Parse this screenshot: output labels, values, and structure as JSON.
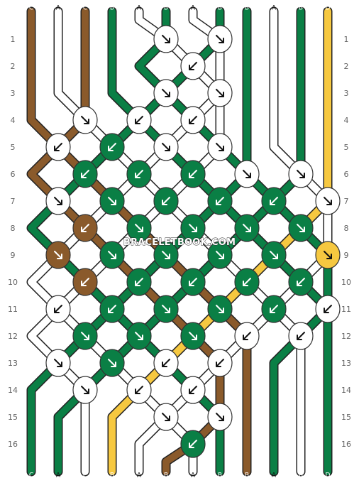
{
  "strands": [
    "C",
    "A",
    "C",
    "B",
    "A",
    "B",
    "A",
    "B",
    "B",
    "A",
    "B",
    "D"
  ],
  "colors": {
    "A": "#ffffff",
    "B": "#0a7f45",
    "C": "#8a5a2b",
    "D": "#f6c840"
  },
  "rows": [
    "1",
    "2",
    "3",
    "4",
    "5",
    "6",
    "7",
    "8",
    "9",
    "10",
    "11",
    "12",
    "13",
    "14",
    "15",
    "16"
  ],
  "watermark": "BRACELETBOOK.COM",
  "knots": [
    {
      "row": 1,
      "col": 5,
      "color": "A",
      "dir": "right"
    },
    {
      "row": 1,
      "col": 7,
      "color": "A",
      "dir": "right"
    },
    {
      "row": 2,
      "col": 6,
      "color": "A",
      "dir": "left"
    },
    {
      "row": 3,
      "col": 5,
      "color": "A",
      "dir": "right"
    },
    {
      "row": 3,
      "col": 7,
      "color": "A",
      "dir": "right"
    },
    {
      "row": 4,
      "col": 2,
      "color": "A",
      "dir": "right"
    },
    {
      "row": 4,
      "col": 4,
      "color": "A",
      "dir": "left"
    },
    {
      "row": 4,
      "col": 6,
      "color": "A",
      "dir": "left"
    },
    {
      "row": 5,
      "col": 1,
      "color": "A",
      "dir": "left"
    },
    {
      "row": 5,
      "col": 3,
      "color": "B",
      "dir": "left"
    },
    {
      "row": 5,
      "col": 5,
      "color": "A",
      "dir": "right"
    },
    {
      "row": 5,
      "col": 7,
      "color": "A",
      "dir": "right"
    },
    {
      "row": 6,
      "col": 2,
      "color": "B",
      "dir": "left"
    },
    {
      "row": 6,
      "col": 4,
      "color": "B",
      "dir": "left"
    },
    {
      "row": 6,
      "col": 6,
      "color": "B",
      "dir": "left"
    },
    {
      "row": 6,
      "col": 8,
      "color": "A",
      "dir": "right"
    },
    {
      "row": 6,
      "col": 10,
      "color": "A",
      "dir": "right"
    },
    {
      "row": 7,
      "col": 1,
      "color": "A",
      "dir": "right"
    },
    {
      "row": 7,
      "col": 3,
      "color": "B",
      "dir": "right"
    },
    {
      "row": 7,
      "col": 5,
      "color": "B",
      "dir": "left"
    },
    {
      "row": 7,
      "col": 7,
      "color": "B",
      "dir": "left"
    },
    {
      "row": 7,
      "col": 9,
      "color": "B",
      "dir": "left"
    },
    {
      "row": 7,
      "col": 11,
      "color": "A",
      "dir": "right"
    },
    {
      "row": 8,
      "col": 2,
      "color": "C",
      "dir": "left"
    },
    {
      "row": 8,
      "col": 4,
      "color": "B",
      "dir": "right"
    },
    {
      "row": 8,
      "col": 6,
      "color": "B",
      "dir": "right"
    },
    {
      "row": 8,
      "col": 8,
      "color": "B",
      "dir": "right"
    },
    {
      "row": 8,
      "col": 10,
      "color": "B",
      "dir": "right"
    },
    {
      "row": 9,
      "col": 1,
      "color": "C",
      "dir": "right"
    },
    {
      "row": 9,
      "col": 3,
      "color": "B",
      "dir": "right"
    },
    {
      "row": 9,
      "col": 5,
      "color": "B",
      "dir": "right"
    },
    {
      "row": 9,
      "col": 7,
      "color": "B",
      "dir": "right"
    },
    {
      "row": 9,
      "col": 9,
      "color": "B",
      "dir": "right"
    },
    {
      "row": 9,
      "col": 11,
      "color": "D",
      "dir": "right"
    },
    {
      "row": 10,
      "col": 2,
      "color": "C",
      "dir": "left"
    },
    {
      "row": 10,
      "col": 4,
      "color": "B",
      "dir": "left"
    },
    {
      "row": 10,
      "col": 6,
      "color": "B",
      "dir": "left"
    },
    {
      "row": 10,
      "col": 8,
      "color": "B",
      "dir": "left"
    },
    {
      "row": 10,
      "col": 10,
      "color": "B",
      "dir": "left"
    },
    {
      "row": 11,
      "col": 1,
      "color": "A",
      "dir": "left"
    },
    {
      "row": 11,
      "col": 3,
      "color": "B",
      "dir": "left"
    },
    {
      "row": 11,
      "col": 5,
      "color": "B",
      "dir": "right"
    },
    {
      "row": 11,
      "col": 7,
      "color": "B",
      "dir": "right"
    },
    {
      "row": 11,
      "col": 9,
      "color": "B",
      "dir": "left"
    },
    {
      "row": 11,
      "col": 11,
      "color": "A",
      "dir": "left"
    },
    {
      "row": 12,
      "col": 2,
      "color": "B",
      "dir": "right"
    },
    {
      "row": 12,
      "col": 4,
      "color": "B",
      "dir": "right"
    },
    {
      "row": 12,
      "col": 6,
      "color": "B",
      "dir": "right"
    },
    {
      "row": 12,
      "col": 8,
      "color": "A",
      "dir": "left"
    },
    {
      "row": 12,
      "col": 10,
      "color": "A",
      "dir": "left"
    },
    {
      "row": 13,
      "col": 1,
      "color": "A",
      "dir": "right"
    },
    {
      "row": 13,
      "col": 3,
      "color": "B",
      "dir": "right"
    },
    {
      "row": 13,
      "col": 5,
      "color": "A",
      "dir": "left"
    },
    {
      "row": 13,
      "col": 7,
      "color": "A",
      "dir": "left"
    },
    {
      "row": 14,
      "col": 2,
      "color": "A",
      "dir": "right"
    },
    {
      "row": 14,
      "col": 4,
      "color": "A",
      "dir": "left"
    },
    {
      "row": 14,
      "col": 6,
      "color": "A",
      "dir": "left"
    },
    {
      "row": 15,
      "col": 5,
      "color": "A",
      "dir": "right"
    },
    {
      "row": 15,
      "col": 7,
      "color": "A",
      "dir": "right"
    },
    {
      "row": 16,
      "col": 6,
      "color": "B",
      "dir": "left"
    }
  ]
}
